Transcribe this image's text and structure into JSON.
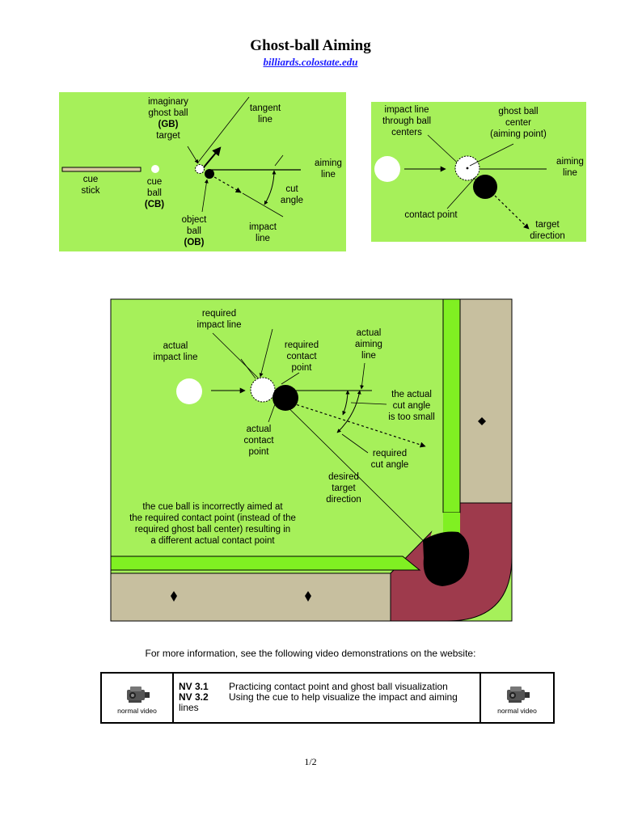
{
  "title": "Ghost-ball Aiming",
  "subtitle": "billiards.colostate.edu",
  "colors": {
    "felt": "#a6f05a",
    "rail": "#c7bf9f",
    "cushion": "#80f022",
    "pocket_leather": "#9e3a4c"
  },
  "diagram1": {
    "ghost_ball": [
      "imaginary",
      "ghost ball"
    ],
    "gb_paren": "(GB)",
    "gb_target": "target",
    "tangent": [
      "tangent",
      "line"
    ],
    "aiming": [
      "aiming",
      "line"
    ],
    "cue_stick": [
      "cue",
      "stick"
    ],
    "cue_ball": [
      "cue",
      "ball"
    ],
    "cb_paren": "(CB)",
    "cut_angle": [
      "cut",
      "angle"
    ],
    "object_ball": [
      "object",
      "ball"
    ],
    "ob_paren": "(OB)",
    "impact": [
      "impact",
      "line"
    ]
  },
  "diagram2": {
    "impact": [
      "impact line",
      "through ball",
      "centers"
    ],
    "ghost": [
      "ghost ball",
      "center",
      "(aiming point)"
    ],
    "aiming": [
      "aiming",
      "line"
    ],
    "contact": "contact point",
    "target": [
      "target",
      "direction"
    ]
  },
  "diagram3": {
    "req_impact": [
      "required",
      "impact line"
    ],
    "actual_impact": [
      "actual",
      "impact line"
    ],
    "req_contact": [
      "required",
      "contact",
      "point"
    ],
    "actual_aiming": [
      "actual",
      "aiming",
      "line"
    ],
    "too_small": [
      "the actual",
      "cut angle",
      "is too small"
    ],
    "actual_contact": [
      "actual",
      "contact",
      "point"
    ],
    "req_cut": [
      "required",
      "cut angle"
    ],
    "desired": [
      "desired",
      "target",
      "direction"
    ],
    "explanation": [
      "the cue ball is incorrectly aimed at",
      "the required contact point (instead of the",
      "required ghost ball center) resulting in",
      "a different actual contact point"
    ]
  },
  "info": "For more information, see the following video demonstrations on the website:",
  "videos": {
    "caption": "normal video",
    "rows": [
      {
        "code": "NV 3.1",
        "text": "Practicing contact point and ghost ball visualization"
      },
      {
        "code": "NV 3.2",
        "text": "Using the cue to help visualize the impact and aiming"
      }
    ],
    "wrap": "lines"
  },
  "page": "1/2"
}
